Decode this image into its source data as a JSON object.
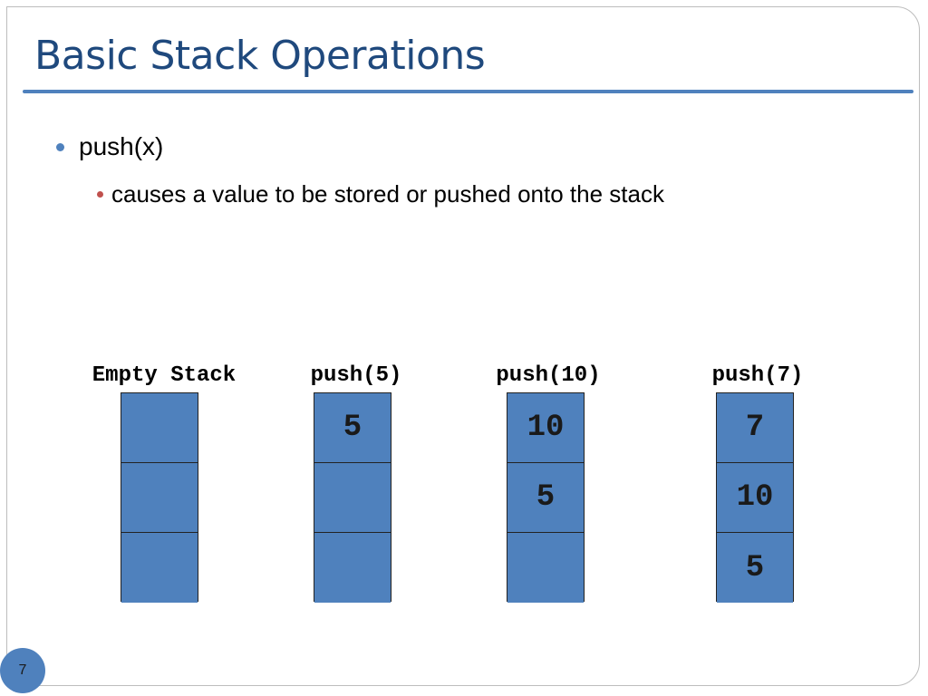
{
  "slide": {
    "title": "Basic Stack Operations",
    "page_number": "7"
  },
  "bullets": {
    "level1": "push(x)",
    "level2": "causes a value to be stored or pushed onto the stack"
  },
  "stacks": [
    {
      "label": "Empty Stack",
      "cells": [
        "",
        "",
        ""
      ]
    },
    {
      "label": "push(5)",
      "cells": [
        "5",
        "",
        ""
      ]
    },
    {
      "label": "push(10)",
      "cells": [
        "10",
        "5",
        ""
      ]
    },
    {
      "label": "push(7)",
      "cells": [
        "7",
        "10",
        "5"
      ]
    }
  ],
  "colors": {
    "accent": "#4f81bd",
    "title": "#1f497d",
    "sub_bullet": "#c0504d"
  }
}
